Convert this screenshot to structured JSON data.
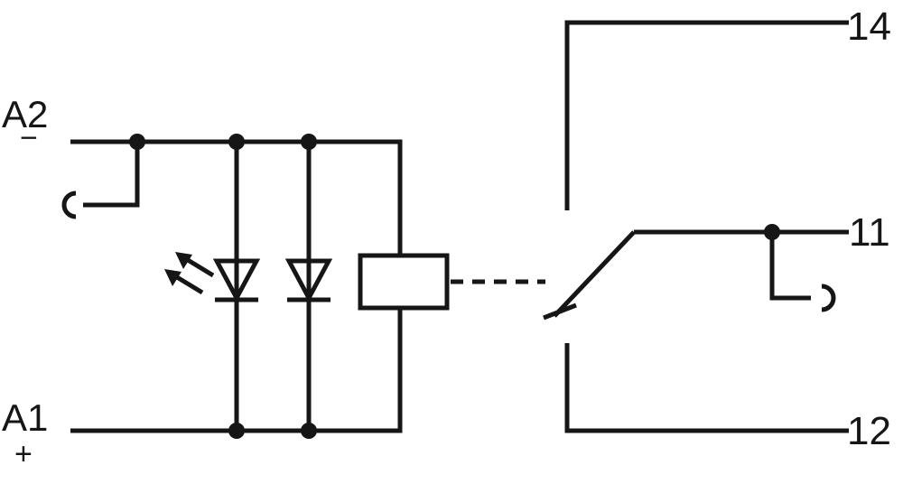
{
  "diagram": {
    "type": "relay-module-wiring-schematic",
    "colors": {
      "line": "#161616",
      "background": "#ffffff"
    },
    "terminals": {
      "a2": {
        "label": "A2",
        "polarity": "−"
      },
      "a1": {
        "label": "A1",
        "polarity": "+"
      },
      "t14": {
        "label": "14"
      },
      "t11": {
        "label": "11"
      },
      "t12": {
        "label": "12"
      }
    },
    "components": {
      "led": "led-indicator",
      "diode": "suppression-diode",
      "coil": "relay-coil",
      "contact": "changeover-contact",
      "clamp_a2": "cage-clamp-terminal",
      "clamp_11": "cage-clamp-terminal"
    }
  }
}
